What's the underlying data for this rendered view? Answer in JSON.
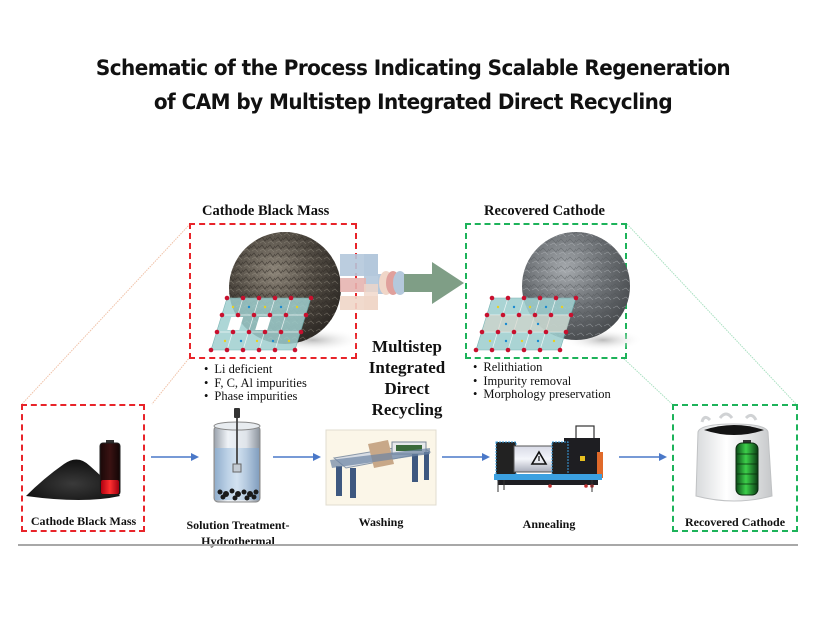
{
  "title": {
    "line1": "Schematic of the Process Indicating Scalable Regeneration",
    "line2": "of CAM by Multistep Integrated Direct Recycling"
  },
  "top_panels": {
    "left": {
      "header": "Cathode Black Mass",
      "icon": "textured-particle-with-crystal-lattice",
      "bullets": [
        "Li deficient",
        "F, C, Al impurities",
        "Phase impurities"
      ]
    },
    "center": {
      "label_lines": [
        "Multistep",
        "Integrated",
        "Direct",
        "Recycling"
      ],
      "icon": "process-arrow"
    },
    "right": {
      "header": "Recovered Cathode",
      "icon": "regenerated-particle-with-crystal-lattice",
      "bullets": [
        "Relithiation",
        "Impurity removal",
        "Morphology preservation"
      ]
    }
  },
  "process_steps": [
    {
      "label": "Cathode Black Mass",
      "icon": "black-powder-and-depleted-battery-icon"
    },
    {
      "label_lines": [
        "Solution Treatment-",
        "Hydrothermal"
      ],
      "icon": "stirred-reactor-vessel-icon"
    },
    {
      "label": "Washing",
      "icon": "filter-press-icon"
    },
    {
      "label": "Annealing",
      "icon": "furnace-kiln-icon"
    },
    {
      "label": "Recovered Cathode",
      "icon": "bulk-bag-with-charged-battery-icon"
    }
  ],
  "colors": {
    "input_accent": "#e8242a",
    "output_accent": "#1db35a",
    "flow_arrow": "#4a78c8",
    "process_arrow": "#7f9e86"
  }
}
